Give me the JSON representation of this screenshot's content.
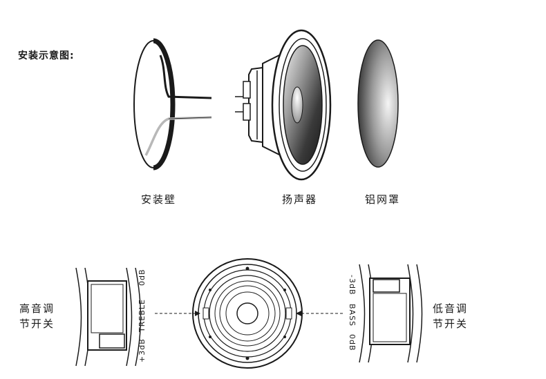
{
  "title": "安装示意图:",
  "labels": {
    "wall": "安装壁",
    "speaker": "扬声器",
    "grille": "铝网罩",
    "treble_switch_line1": "高音调",
    "treble_switch_line2": "节开关",
    "bass_switch_line1": "低音调",
    "bass_switch_line2": "节开关"
  },
  "treble_scale": {
    "top": "0dB",
    "name": "TREBLE",
    "bottom": "+3dB"
  },
  "bass_scale": {
    "top": "-3dB",
    "name": "BASS",
    "bottom": "0dB"
  },
  "colors": {
    "stroke": "#1a1a1a",
    "wire_gray": "#b8b8b8"
  }
}
